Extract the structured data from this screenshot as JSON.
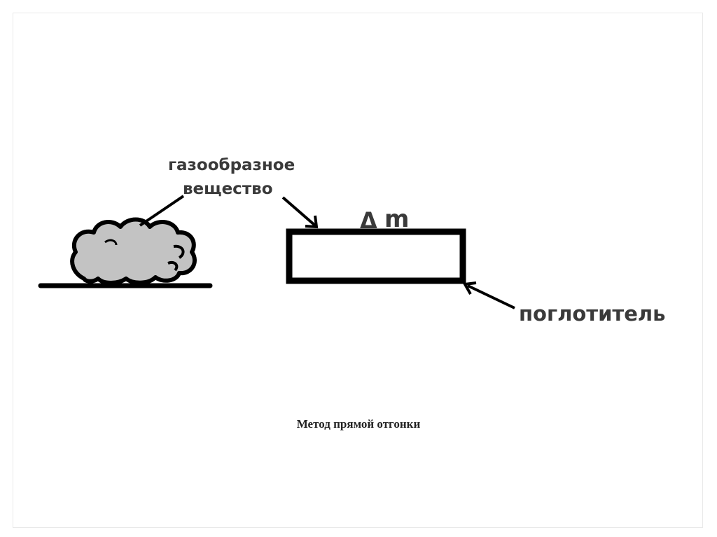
{
  "diagram": {
    "label_gas_line1": "газообразное",
    "label_gas_line2": "вещество",
    "label_delta_symbol": "Δ",
    "label_delta_var": "m",
    "label_absorber": "поглотитель"
  },
  "caption": "Метод прямой отгонки",
  "colors": {
    "cloud_fill": "#c3c3c3",
    "outline": "#000000",
    "label_text": "#3a3a3a"
  }
}
